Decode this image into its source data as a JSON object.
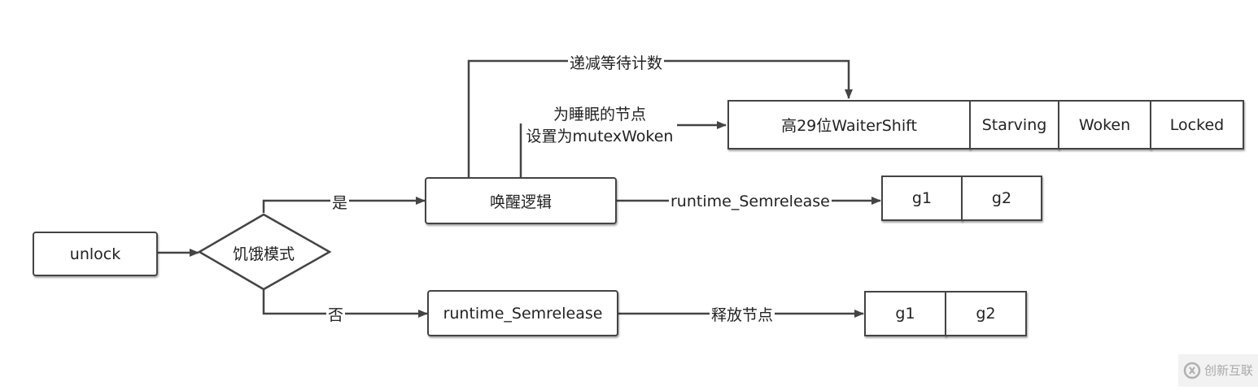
{
  "nodes": {
    "unlock": "unlock",
    "starvation_mode": "饥饿模式",
    "wake_logic": "唤醒逻辑",
    "runtime_semrelease_box": "runtime_Semrelease"
  },
  "state_word": {
    "cells": [
      "高29位WaiterShift",
      "Starving",
      "Woken",
      "Locked"
    ]
  },
  "queue_top": [
    "g1",
    "g2"
  ],
  "queue_bottom": [
    "g1",
    "g2"
  ],
  "edge_labels": {
    "yes": "是",
    "no": "否",
    "decrement_wait_count": "递减等待计数",
    "set_woken_line1": "为睡眠的节点",
    "set_woken_line2": "设置为mutexWoken",
    "runtime_semrelease_edge": "runtime_Semrelease",
    "release_node": "释放节点"
  },
  "watermark": {
    "text": "创新互联"
  },
  "colors": {
    "stroke": "#444444",
    "text": "#222222",
    "background": "#ffffff"
  }
}
